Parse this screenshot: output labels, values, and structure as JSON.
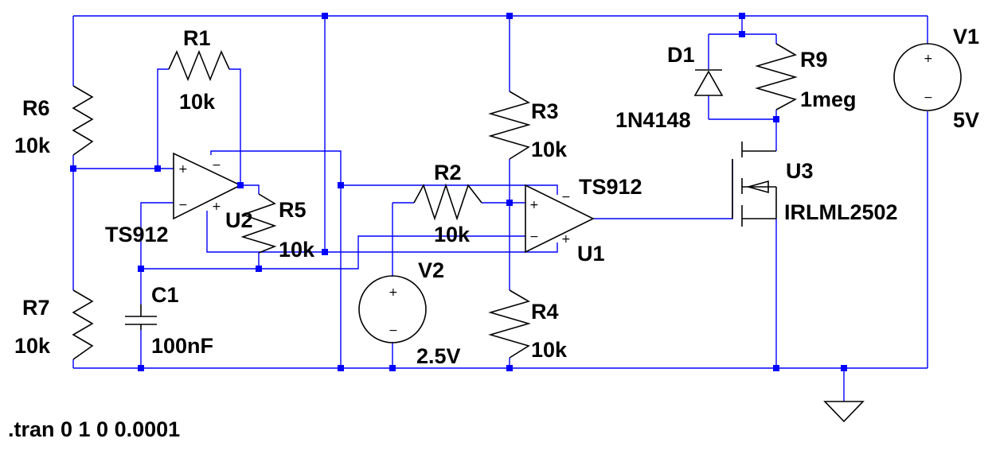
{
  "colors": {
    "wire": "#0000ff",
    "component": "#000000",
    "node": "#0000ff",
    "background": "#ffffff"
  },
  "components": {
    "r1": {
      "ref": "R1",
      "value": "10k"
    },
    "r2": {
      "ref": "R2",
      "value": "10k"
    },
    "r3": {
      "ref": "R3",
      "value": "10k"
    },
    "r4": {
      "ref": "R4",
      "value": "10k"
    },
    "r5": {
      "ref": "R5",
      "value": "10k"
    },
    "r6": {
      "ref": "R6",
      "value": "10k"
    },
    "r7": {
      "ref": "R7",
      "value": "10k"
    },
    "r9": {
      "ref": "R9",
      "value": "1meg"
    },
    "c1": {
      "ref": "C1",
      "value": "100nF"
    },
    "d1": {
      "ref": "D1",
      "value": "1N4148"
    },
    "u1": {
      "ref": "U1",
      "value": "TS912"
    },
    "u2": {
      "ref": "U2",
      "value": "TS912"
    },
    "u3": {
      "ref": "U3",
      "value": "IRLML2502"
    },
    "v1": {
      "ref": "V1",
      "value": "5V"
    },
    "v2": {
      "ref": "V2",
      "value": "2.5V"
    }
  },
  "symbols": {
    "plus": "+",
    "minus": "−"
  },
  "directive": ".tran 0 1 0 0.0001"
}
